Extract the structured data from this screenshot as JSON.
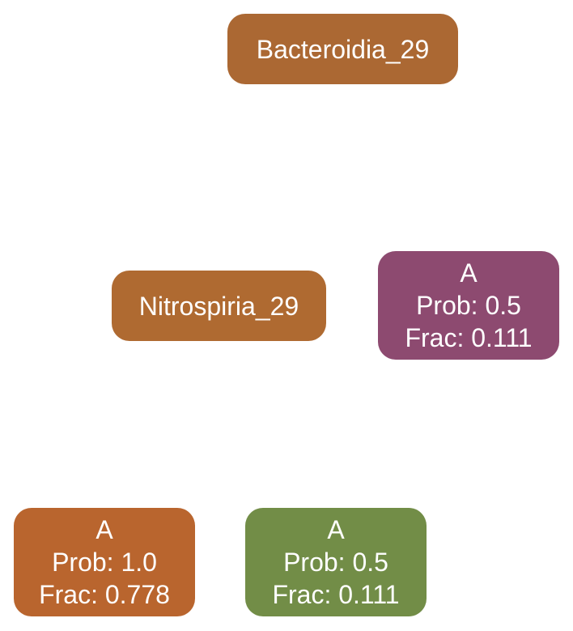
{
  "nodes": {
    "root": {
      "label": "Bacteroidia_29",
      "color": "#AB6833"
    },
    "mid": {
      "label": "Nitrospiria_29",
      "color": "#AF6A31"
    },
    "leaf_right": {
      "class": "A",
      "prob": "Prob: 0.5",
      "frac": "Frac: 0.111",
      "color": "#8D4A70"
    },
    "leaf_left": {
      "class": "A",
      "prob": "Prob: 1.0",
      "frac": "Frac: 0.778",
      "color": "#B9652E"
    },
    "leaf_middle": {
      "class": "A",
      "prob": "Prob: 0.5",
      "frac": "Frac: 0.111",
      "color": "#728D47"
    }
  }
}
